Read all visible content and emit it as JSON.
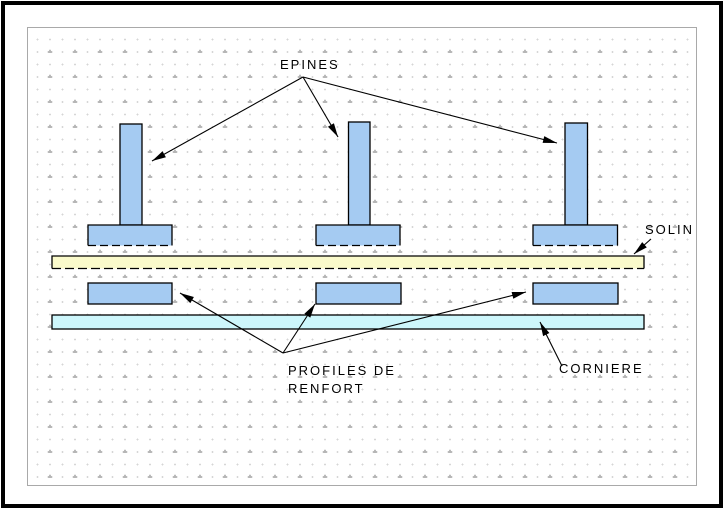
{
  "canvas": {
    "labels": {
      "epines": "EPINES",
      "solin": "SOLIN",
      "profiles_line1": "PROFILES DE",
      "profiles_line2": "RENFORT",
      "corniere": "CORNIERE"
    },
    "colors": {
      "spine_fill": "#A5CBF2",
      "solin_fill": "#FAFACB",
      "corniere_fill": "#CDF6FB",
      "outline": "#000000",
      "leader_line": "#000000",
      "frame_border": "#000000",
      "page_border": "#A9A9A9",
      "grid_plus": "#B6B6B6",
      "grid_dot": "#D6D6D6"
    }
  }
}
